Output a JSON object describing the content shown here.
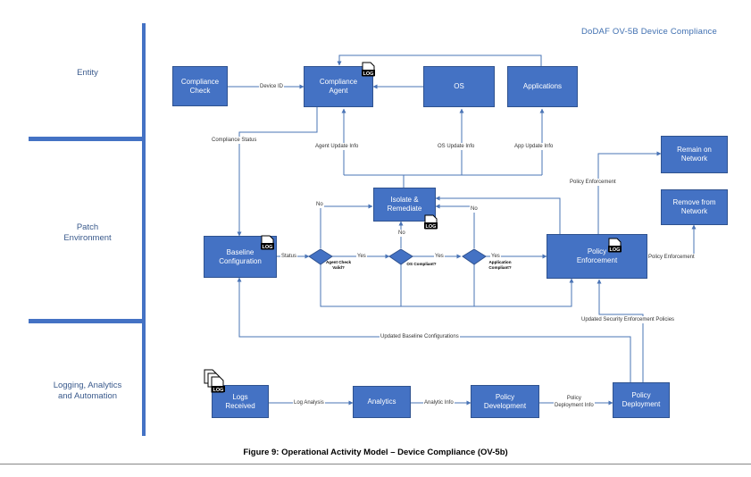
{
  "title": "DoDAF OV-5B Device Compliance",
  "lanes": [
    {
      "label": "Entity"
    },
    {
      "label": "Patch\nEnvironment"
    },
    {
      "label": "Logging, Analytics\nand Automation"
    }
  ],
  "nodes": {
    "compliance_check": "Compliance\nCheck",
    "compliance_agent": "Compliance\nAgent",
    "os": "OS",
    "applications": "Applications",
    "isolate_remediate": "Isolate &\nRemediate",
    "baseline_configuration": "Baseline\nConfiguration",
    "policy_enforcement": "Policy\nEnforcement",
    "remain_on_network": "Remain on\nNetwork",
    "remove_from_network": "Remove from\nNetwork",
    "logs_received": "Logs\nReceived",
    "analytics": "Analytics",
    "policy_development": "Policy\nDevelopment",
    "policy_deployment": "Policy\nDeployment"
  },
  "decisions": {
    "agent_check": "Agent Check\nValid?",
    "os_compliant": "OS Compliant?",
    "app_compliant": "Application\nCompliant?"
  },
  "flows": {
    "device_id": "Device ID",
    "compliance_status": "Compliance Status",
    "agent_update_info": "Agent Update Info",
    "os_update_info": "OS Update Info",
    "app_update_info": "App Update Info",
    "policy_enforcement_top": "Policy Enforcement",
    "policy_enforcement_right": "Policy Enforcement",
    "status": "Status",
    "yes1": "Yes",
    "yes2": "Yes",
    "yes3": "Yes",
    "no1": "No",
    "no2": "No",
    "no3": "No",
    "updated_security": "Updated Security Enforcement Policies",
    "updated_baseline": "Updated Baseline Configurations",
    "log_analysis": "Log Analysis",
    "analytic_info": "Analytic Info",
    "policy_deployment_info": "Policy\nDeployment Info"
  },
  "icons": {
    "log": "LOG"
  },
  "caption": "Figure 9: Operational Activity Model – Device Compliance (OV-5b)",
  "colors": {
    "box": "#4472c4",
    "line": "#4a74b6",
    "lane_bar": "#4472c4"
  }
}
